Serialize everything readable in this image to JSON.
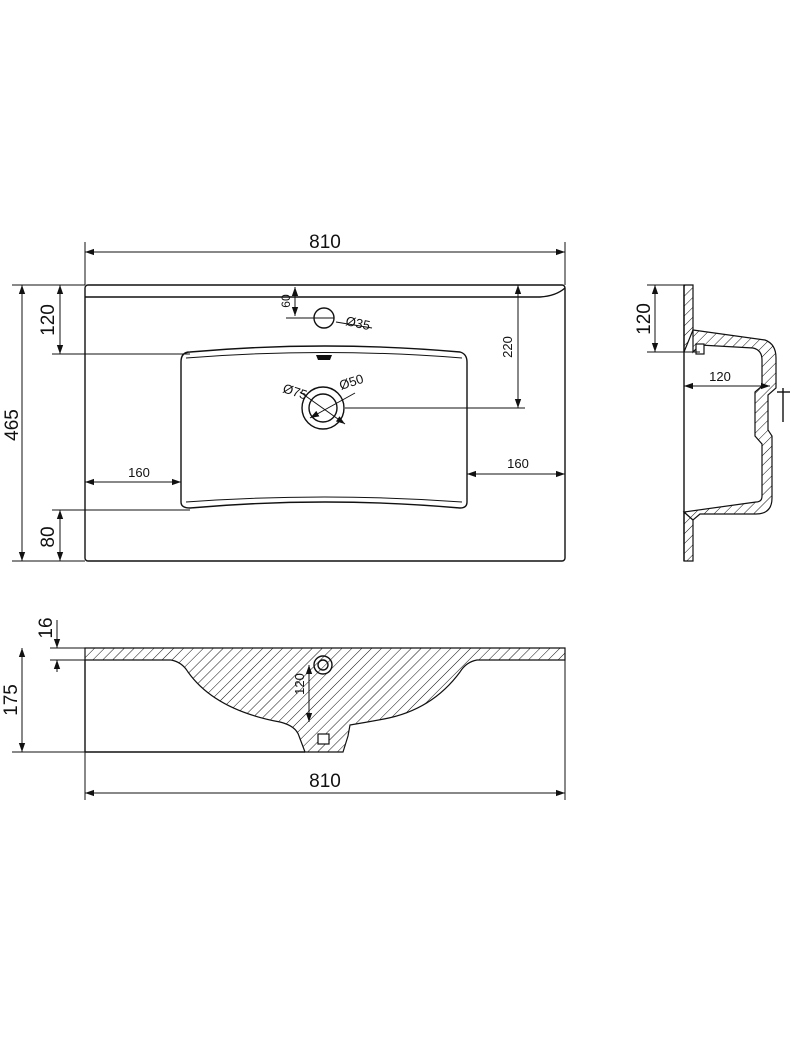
{
  "colors": {
    "line": "#111111",
    "background": "#ffffff"
  },
  "dimensions": {
    "top_width": "810",
    "top_height": "465",
    "top_tap_offset": "120",
    "top_bottom_offset": "80",
    "tap_hole_offset": "60",
    "tap_hole_diameter": "Ø35",
    "tap_to_drain": "220",
    "drain_outer_diameter": "Ø75",
    "drain_inner_diameter": "Ø50",
    "bowl_left_margin": "160",
    "bowl_right_margin": "160",
    "side_height": "120",
    "side_depth": "120",
    "section_slab": "16",
    "section_height": "175",
    "section_overflow": "120",
    "section_width": "810"
  }
}
